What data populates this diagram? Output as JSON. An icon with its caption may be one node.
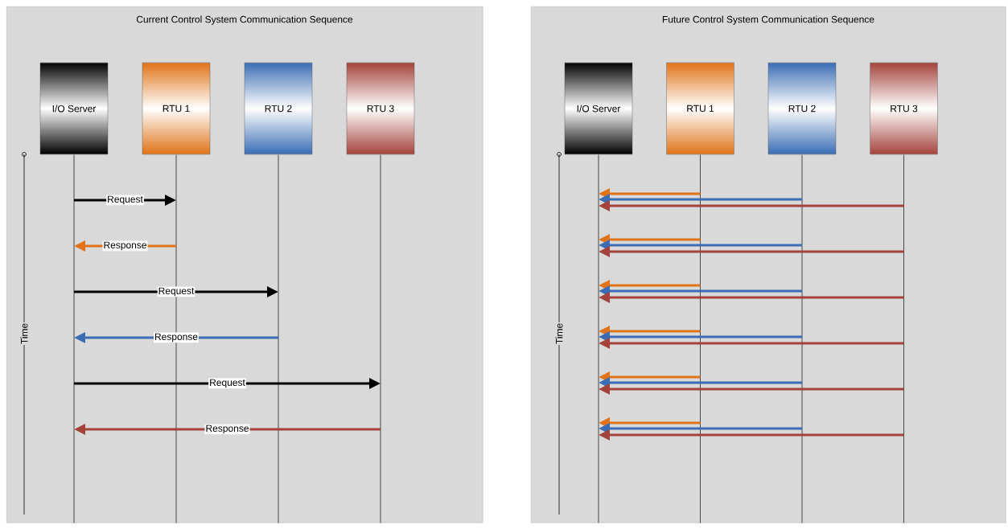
{
  "diagram": {
    "nodes": [
      {
        "text": [
          "Current Control System Communication Sequence"
        ]
      },
      {
        "text": [
          "I/O Server"
        ],
        "in": 0
      },
      {
        "text": [
          "RTU 1"
        ],
        "in": 0
      },
      {
        "text": [
          "RTU 2"
        ],
        "in": 0
      },
      {
        "text": [
          "RTU 3"
        ],
        "in": 0
      },
      {
        "text": [],
        "shape": "line",
        "in": 0
      },
      {
        "text": [],
        "shape": "line",
        "in": 0
      },
      {
        "text": [],
        "shape": "line",
        "in": 0
      },
      {
        "text": [],
        "shape": "line",
        "in": 0
      },
      {
        "text": [
          "Future Control System Communication Sequence"
        ]
      },
      {
        "text": [
          "I/O Server"
        ],
        "in": 9
      },
      {
        "text": [
          "RTU 1"
        ],
        "in": 9
      },
      {
        "text": [
          "RTU 2"
        ],
        "in": 9
      },
      {
        "text": [
          "RTU 3"
        ],
        "in": 9
      },
      {
        "text": [],
        "shape": "line",
        "in": 9
      },
      {
        "text": [],
        "shape": "line",
        "in": 9
      },
      {
        "text": [],
        "shape": "line",
        "in": 9
      },
      {
        "text": [],
        "shape": "line",
        "in": 9
      }
    ],
    "edges": [
      {
        "from": 5,
        "to": 6,
        "arrow": "to",
        "label": "Request",
        "color": "#000000"
      },
      {
        "from": 6,
        "to": 5,
        "arrow": "to",
        "label": "Response",
        "color": "#e07318"
      },
      {
        "from": 5,
        "to": 7,
        "arrow": "to",
        "label": "Request",
        "color": "#000000"
      },
      {
        "from": 7,
        "to": 5,
        "arrow": "to",
        "label": "Response",
        "color": "#3a6db4"
      },
      {
        "from": 5,
        "to": 8,
        "arrow": "to",
        "label": "Request",
        "color": "#000000"
      },
      {
        "from": 8,
        "to": 5,
        "arrow": "to",
        "label": "Response",
        "color": "#a3433b"
      },
      {
        "from": 15,
        "to": 14,
        "arrow": "to",
        "color": "#e07318"
      },
      {
        "from": 16,
        "to": 14,
        "arrow": "to",
        "color": "#3a6db4"
      },
      {
        "from": 17,
        "to": 14,
        "arrow": "to",
        "color": "#a3433b"
      },
      {
        "from": 15,
        "to": 14,
        "arrow": "to",
        "color": "#e07318"
      },
      {
        "from": 16,
        "to": 14,
        "arrow": "to",
        "color": "#3a6db4"
      },
      {
        "from": 17,
        "to": 14,
        "arrow": "to",
        "color": "#a3433b"
      },
      {
        "from": 15,
        "to": 14,
        "arrow": "to",
        "color": "#e07318"
      },
      {
        "from": 16,
        "to": 14,
        "arrow": "to",
        "color": "#3a6db4"
      },
      {
        "from": 17,
        "to": 14,
        "arrow": "to",
        "color": "#a3433b"
      },
      {
        "from": 15,
        "to": 14,
        "arrow": "to",
        "color": "#e07318"
      },
      {
        "from": 16,
        "to": 14,
        "arrow": "to",
        "color": "#3a6db4"
      },
      {
        "from": 17,
        "to": 14,
        "arrow": "to",
        "color": "#a3433b"
      },
      {
        "from": 15,
        "to": 14,
        "arrow": "to",
        "color": "#e07318"
      },
      {
        "from": 16,
        "to": 14,
        "arrow": "to",
        "color": "#3a6db4"
      },
      {
        "from": 17,
        "to": 14,
        "arrow": "to",
        "color": "#a3433b"
      },
      {
        "from": 15,
        "to": 14,
        "arrow": "to",
        "color": "#e07318"
      },
      {
        "from": 16,
        "to": 14,
        "arrow": "to",
        "color": "#3a6db4"
      },
      {
        "from": 17,
        "to": 14,
        "arrow": "to",
        "color": "#a3433b"
      }
    ],
    "labels": [
      "Time",
      "Time"
    ]
  }
}
